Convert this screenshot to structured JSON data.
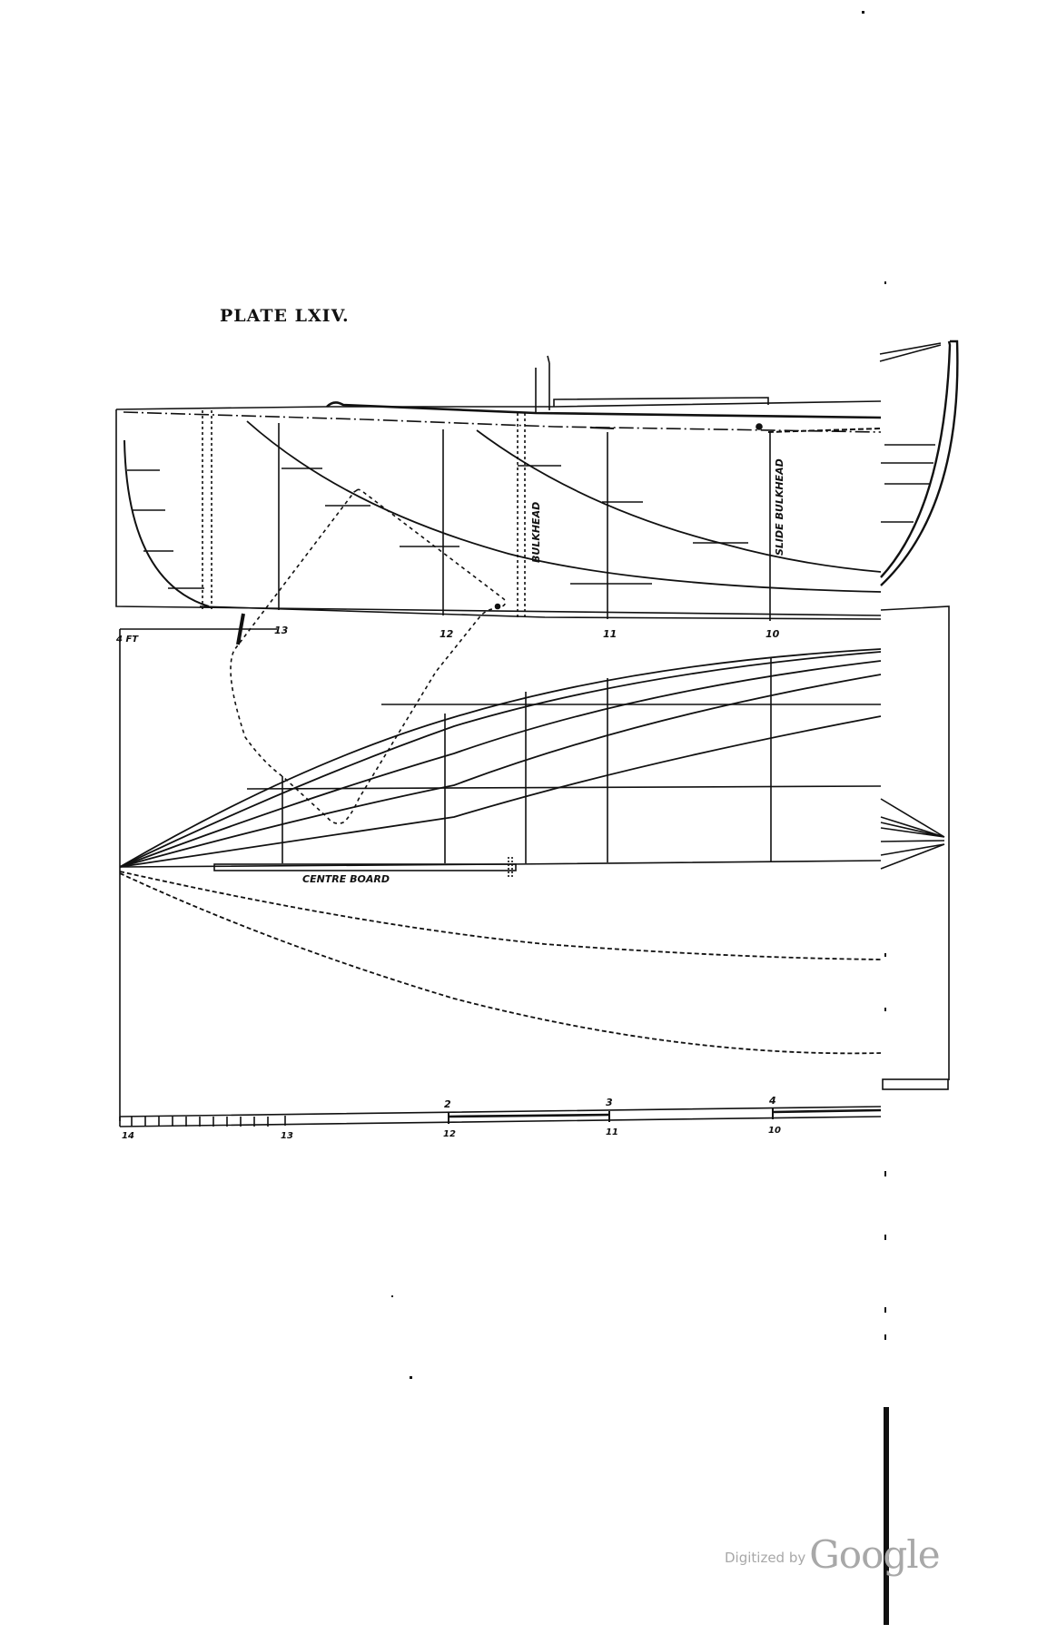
{
  "plate": {
    "title": "PLATE LXIV."
  },
  "sheer_plan": {
    "labels": {
      "bulkhead": "BULKHEAD",
      "slide_bulkhead": "SLIDE BULKHEAD"
    },
    "station_numbers": [
      "13",
      "12",
      "11",
      "10"
    ]
  },
  "half_breadth_plan": {
    "scale_mark": "4 FT",
    "centreboard_label": "CENTRE BOARD"
  },
  "scale_bar": {
    "upper_ticks": [
      "2",
      "3",
      "4"
    ],
    "lower_ticks": [
      "14",
      "13",
      "12",
      "11",
      "10"
    ]
  },
  "watermark": {
    "prefix": "Digitized by",
    "brand": "Google"
  }
}
